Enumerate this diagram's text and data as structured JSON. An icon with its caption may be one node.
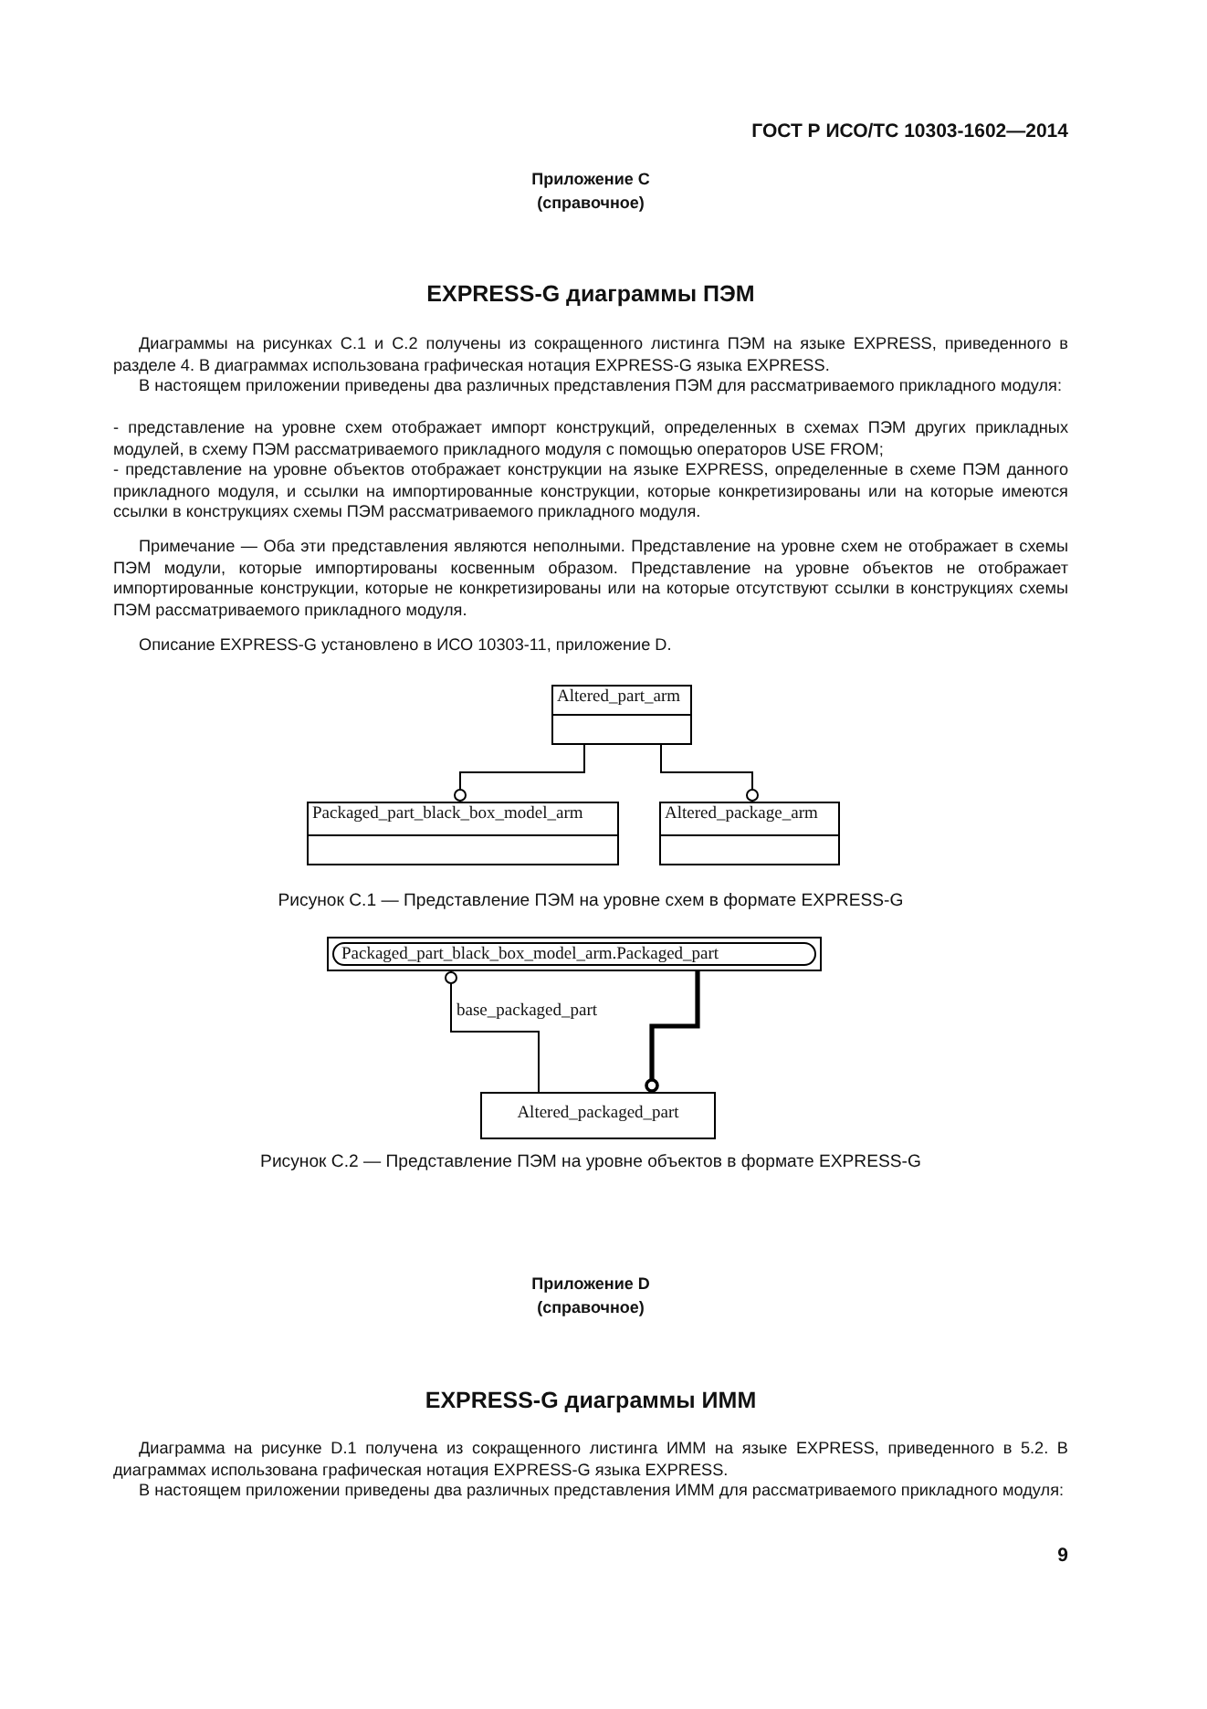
{
  "diagram": {
    "nodes": [
      {
        "text": [
          "Altered_part_arm"
        ]
      },
      {
        "text": [
          "Packaged_part_black_box_model_arm"
        ]
      },
      {
        "text": [
          "Altered_package_arm"
        ]
      },
      {
        "text": [
          "Packaged_part_black_box_model_arm.Packaged_part"
        ]
      },
      {
        "text": [
          "Altered_packaged_part"
        ]
      }
    ],
    "edges": [
      {
        "from": 0,
        "to": 1,
        "arrow": "other"
      },
      {
        "from": 0,
        "to": 2,
        "arrow": "other"
      },
      {
        "from": 4,
        "to": 3,
        "arrow": "other",
        "label": "base_packaged_part"
      },
      {
        "from": 3,
        "to": 4,
        "arrow": "other",
        "style": "thick"
      }
    ],
    "labels": [
      "ГОСТ Р ИСО/ТС 10303-1602—2014",
      "Приложение С",
      "(справочное)",
      "EXPRESS-G диаграммы ПЭМ",
      "Диаграммы на рисунках С.1 и С.2 получены из сокращенного листинга ПЭМ на языке EXPRESS, приведенного в разделе 4. В диаграммах использована графическая нотация EXPRESS-G языка EXPRESS.",
      "В настоящем приложении приведены два различных представления ПЭМ для рассматриваемого прикладного модуля:",
      "- представление на уровне схем отображает импорт конструкций, определенных в схемах ПЭМ других прикладных модулей, в схему ПЭМ рассматриваемого прикладного модуля с помощью операторов USE FROM;",
      "- представление на уровне объектов отображает конструкции на языке EXPRESS, определенные в схеме ПЭМ данного прикладного модуля, и ссылки на импортированные конструкции, которые конкретизированы или на которые имеются ссылки в конструкциях схемы ПЭМ рассматриваемого прикладного модуля.",
      "Примечание — Оба эти представления являются неполными. Представление на уровне схем не отображает в схемы ПЭМ модули, которые импортированы косвенным образом. Представление на уровне объектов не отображает импортированные конструкции, которые не конкретизированы или на которые отсутствуют ссылки в конструкциях схемы ПЭМ рассматриваемого прикладного модуля.",
      "Описание EXPRESS-G установлено в ИСО 10303-11, приложение D.",
      "Рисунок С.1 — Представление ПЭМ на уровне схем в формате EXPRESS-G",
      "Рисунок С.2 — Представление ПЭМ на уровне объектов в формате EXPRESS-G",
      "Приложение D",
      "(справочное)",
      "EXPRESS-G диаграммы ИММ",
      "Диаграмма на рисунке D.1 получена из сокращенного листинга ИММ на языке EXPRESS, приведенного в 5.2. В диаграммах использована графическая нотация EXPRESS-G языка EXPRESS.",
      "В настоящем приложении приведены два различных представления ИММ для рассматриваемого прикладного модуля:",
      "9"
    ]
  }
}
